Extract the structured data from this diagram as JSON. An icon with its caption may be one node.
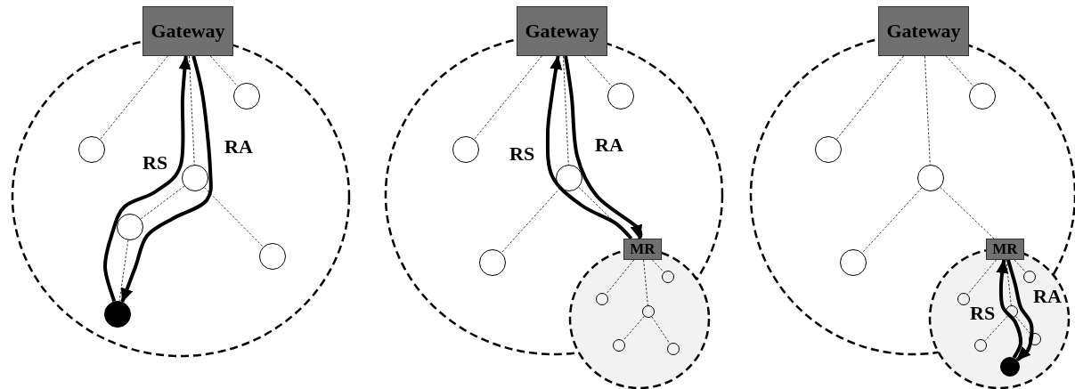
{
  "diagram": {
    "nodes": [
      {
        "text": [
          "Gateway"
        ]
      },
      {
        "text": [],
        "shape": "circle"
      },
      {
        "text": [],
        "shape": "circle"
      },
      {
        "text": [],
        "shape": "circle"
      },
      {
        "text": [],
        "shape": "circle"
      },
      {
        "text": [],
        "shape": "circle"
      },
      {
        "text": [],
        "shape": "circle"
      },
      {
        "text": [
          "Gateway"
        ]
      },
      {
        "text": [],
        "shape": "circle"
      },
      {
        "text": [],
        "shape": "circle"
      },
      {
        "text": [],
        "shape": "circle"
      },
      {
        "text": [
          "MR"
        ]
      },
      {
        "text": [],
        "shape": "circle"
      },
      {
        "text": [],
        "shape": "circle"
      },
      {
        "text": [],
        "shape": "circle"
      },
      {
        "text": [],
        "shape": "circle"
      },
      {
        "text": [],
        "shape": "circle"
      },
      {
        "text": [],
        "shape": "circle"
      },
      {
        "text": [
          "Gateway"
        ]
      },
      {
        "text": [],
        "shape": "circle"
      },
      {
        "text": [],
        "shape": "circle"
      },
      {
        "text": [],
        "shape": "circle"
      },
      {
        "text": [
          "MR"
        ]
      },
      {
        "text": [],
        "shape": "circle"
      },
      {
        "text": [],
        "shape": "circle"
      },
      {
        "text": [],
        "shape": "circle"
      },
      {
        "text": [],
        "shape": "circle"
      },
      {
        "text": [],
        "shape": "circle"
      },
      {
        "text": [],
        "shape": "circle"
      },
      {
        "text": [],
        "shape": "circle"
      }
    ],
    "edges": [
      {
        "from": 0,
        "to": 1,
        "arrow": "none",
        "style": "dashed"
      },
      {
        "from": 0,
        "to": 2,
        "arrow": "none",
        "style": "dashed"
      },
      {
        "from": 0,
        "to": 3,
        "arrow": "none",
        "style": "dashed"
      },
      {
        "from": 3,
        "to": 4,
        "arrow": "none",
        "style": "dashed"
      },
      {
        "from": 3,
        "to": 5,
        "arrow": "none",
        "style": "dashed"
      },
      {
        "from": 4,
        "to": 6,
        "arrow": "none",
        "style": "dashed"
      },
      {
        "from": 6,
        "to": 0,
        "arrow": "to",
        "style": "thick",
        "label": "RS"
      },
      {
        "from": 0,
        "to": 6,
        "arrow": "to",
        "style": "thick",
        "label": "RA"
      },
      {
        "from": 7,
        "to": 8,
        "arrow": "none",
        "style": "dashed"
      },
      {
        "from": 7,
        "to": 9,
        "arrow": "none",
        "style": "dashed"
      },
      {
        "from": 7,
        "to": 10,
        "arrow": "none",
        "style": "dashed"
      },
      {
        "from": 10,
        "to": 12,
        "arrow": "none",
        "style": "dashed"
      },
      {
        "from": 10,
        "to": 11,
        "arrow": "none",
        "style": "dashed"
      },
      {
        "from": 11,
        "to": 13,
        "arrow": "none",
        "style": "dashed"
      },
      {
        "from": 11,
        "to": 14,
        "arrow": "none",
        "style": "dashed"
      },
      {
        "from": 11,
        "to": 15,
        "arrow": "none",
        "style": "dashed"
      },
      {
        "from": 15,
        "to": 16,
        "arrow": "none",
        "style": "dashed"
      },
      {
        "from": 15,
        "to": 17,
        "arrow": "none",
        "style": "dashed"
      },
      {
        "from": 11,
        "to": 7,
        "arrow": "to",
        "style": "thick",
        "label": "RS"
      },
      {
        "from": 7,
        "to": 11,
        "arrow": "to",
        "style": "thick",
        "label": "RA"
      },
      {
        "from": 18,
        "to": 19,
        "arrow": "none",
        "style": "dashed"
      },
      {
        "from": 18,
        "to": 20,
        "arrow": "none",
        "style": "dashed"
      },
      {
        "from": 18,
        "to": 21,
        "arrow": "none",
        "style": "dashed"
      },
      {
        "from": 21,
        "to": 23,
        "arrow": "none",
        "style": "dashed"
      },
      {
        "from": 21,
        "to": 22,
        "arrow": "none",
        "style": "dashed"
      },
      {
        "from": 22,
        "to": 24,
        "arrow": "none",
        "style": "dashed"
      },
      {
        "from": 22,
        "to": 25,
        "arrow": "none",
        "style": "dashed"
      },
      {
        "from": 22,
        "to": 26,
        "arrow": "none",
        "style": "dashed"
      },
      {
        "from": 26,
        "to": 28,
        "arrow": "none",
        "style": "dashed"
      },
      {
        "from": 26,
        "to": 27,
        "arrow": "none",
        "style": "dashed"
      },
      {
        "from": 27,
        "to": 29,
        "arrow": "none",
        "style": "dashed"
      },
      {
        "from": 29,
        "to": 22,
        "arrow": "to",
        "style": "thick",
        "label": "RS"
      },
      {
        "from": 22,
        "to": 29,
        "arrow": "to",
        "style": "thick",
        "label": "RA"
      }
    ]
  }
}
